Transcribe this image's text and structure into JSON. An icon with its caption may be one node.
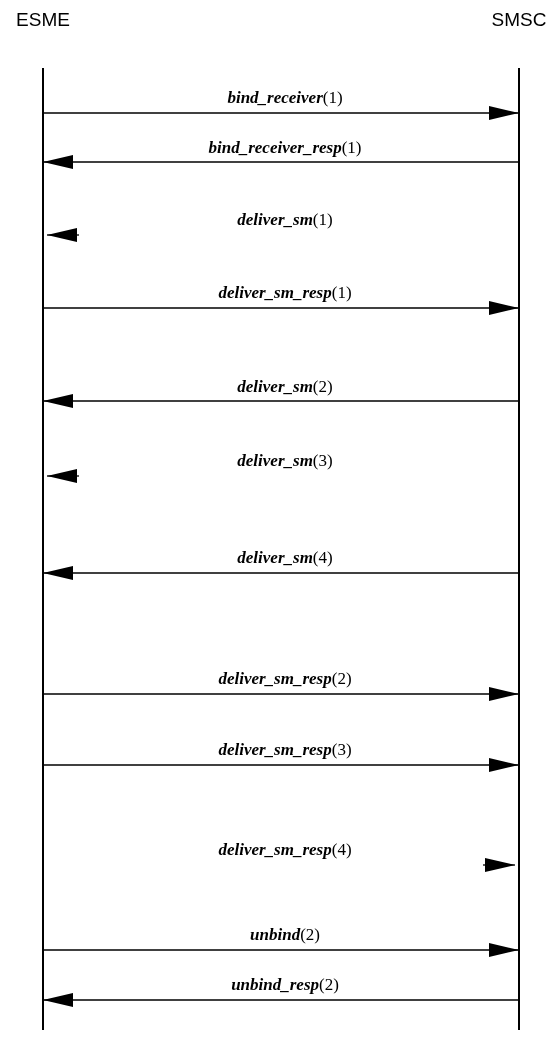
{
  "diagram": {
    "nodes": [
      {
        "text": [
          "ESME"
        ]
      },
      {
        "text": [
          "SMSC"
        ]
      }
    ],
    "edges": [
      {
        "from": 0,
        "to": 1,
        "arrow": "to",
        "label": "**bind_receiver**(1)"
      },
      {
        "from": 1,
        "to": 0,
        "arrow": "to",
        "label": "**bind_receiver_resp**(1)"
      },
      {
        "from": null,
        "to": 0,
        "arrow": "to"
      },
      {
        "from": 0,
        "to": 1,
        "arrow": "to",
        "label": "**deliver_sm_resp**(1)"
      },
      {
        "from": 1,
        "to": 0,
        "arrow": "to",
        "label": "**deliver_sm**(2)"
      },
      {
        "from": null,
        "to": 0,
        "arrow": "to"
      },
      {
        "from": 1,
        "to": 0,
        "arrow": "to",
        "label": "**deliver_sm**(4)"
      },
      {
        "from": 0,
        "to": 1,
        "arrow": "to",
        "label": "**deliver_sm_resp**(2)"
      },
      {
        "from": 0,
        "to": 1,
        "arrow": "to",
        "label": "**deliver_sm_resp**(3)"
      },
      {
        "from": null,
        "to": 1,
        "arrow": "to"
      },
      {
        "from": 0,
        "to": 1,
        "arrow": "to",
        "label": "**unbind**(2)"
      },
      {
        "from": 1,
        "to": 0,
        "arrow": "to",
        "label": "**unbind_resp**(2)"
      }
    ],
    "labels": [
      "**deliver_sm**(1)",
      "**deliver_sm**(3)",
      "**deliver_sm_resp**(4)"
    ]
  }
}
